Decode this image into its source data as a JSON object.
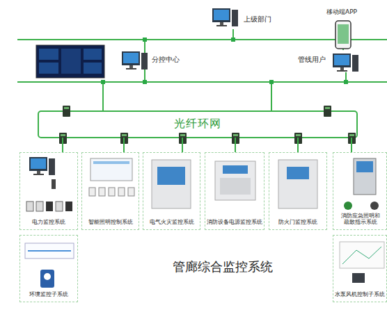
{
  "diagram": {
    "title": "管廊综合监控系统",
    "nodes": [
      {
        "text": [
          "上级部门"
        ]
      },
      {
        "text": [
          "移动端APP"
        ]
      },
      {
        "text": [
          "分控中心"
        ]
      },
      {
        "text": [
          "管线用户"
        ]
      },
      {
        "text": [
          "光纤环网"
        ]
      },
      {
        "text": [
          "电力监控系统"
        ]
      },
      {
        "text": [
          "智能照明控制系统"
        ]
      },
      {
        "text": [
          "电气火灾监控系统"
        ]
      },
      {
        "text": [
          "消防设备电源监控系统"
        ]
      },
      {
        "text": [
          "防火门监控系统"
        ]
      },
      {
        "text": [
          "消防应急照明和 疏散指示系统"
        ]
      },
      {
        "text": [
          "环境监控子系统"
        ]
      },
      {
        "text": [
          "水泵风机控制子系统"
        ]
      }
    ],
    "edges": [
      {
        "from": 4,
        "to": 5,
        "arrow": "none"
      },
      {
        "from": 4,
        "to": 6,
        "arrow": "none"
      },
      {
        "from": 4,
        "to": 7,
        "arrow": "none"
      },
      {
        "from": 4,
        "to": 8,
        "arrow": "none"
      },
      {
        "from": 4,
        "to": 9,
        "arrow": "none"
      },
      {
        "from": 4,
        "to": 10,
        "arrow": "none"
      }
    ]
  }
}
